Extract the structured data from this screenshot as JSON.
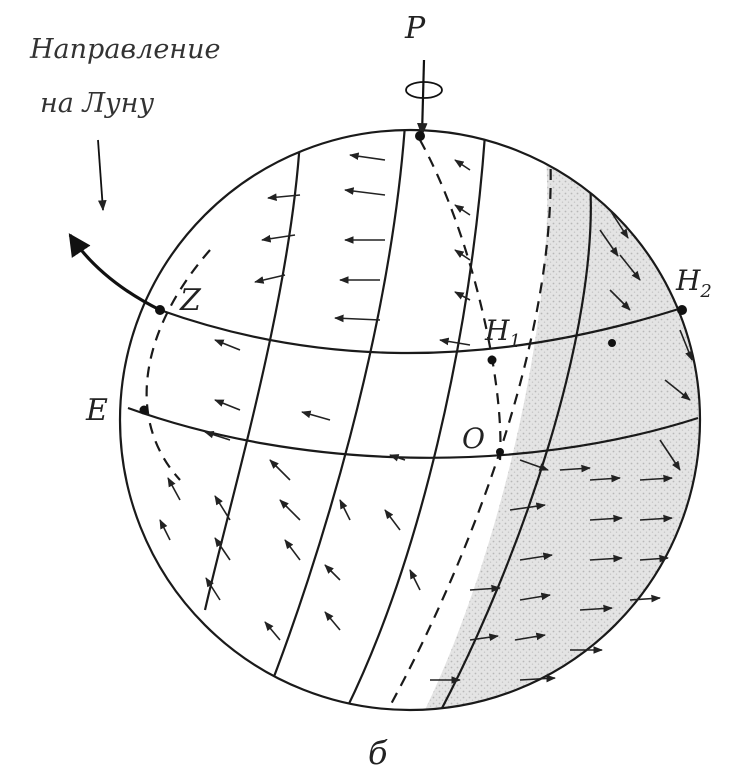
{
  "direction_label": {
    "line1": "Направление",
    "line2": "на Луну"
  },
  "labels": {
    "pole": "P",
    "zenith": "Z",
    "east": "E",
    "h1": "H",
    "h1_sub": "1",
    "h2": "H",
    "h2_sub": "2",
    "center": "O"
  },
  "caption": "б",
  "colors": {
    "ink": "#1a1a1a",
    "shade": "#d9d9d9"
  }
}
